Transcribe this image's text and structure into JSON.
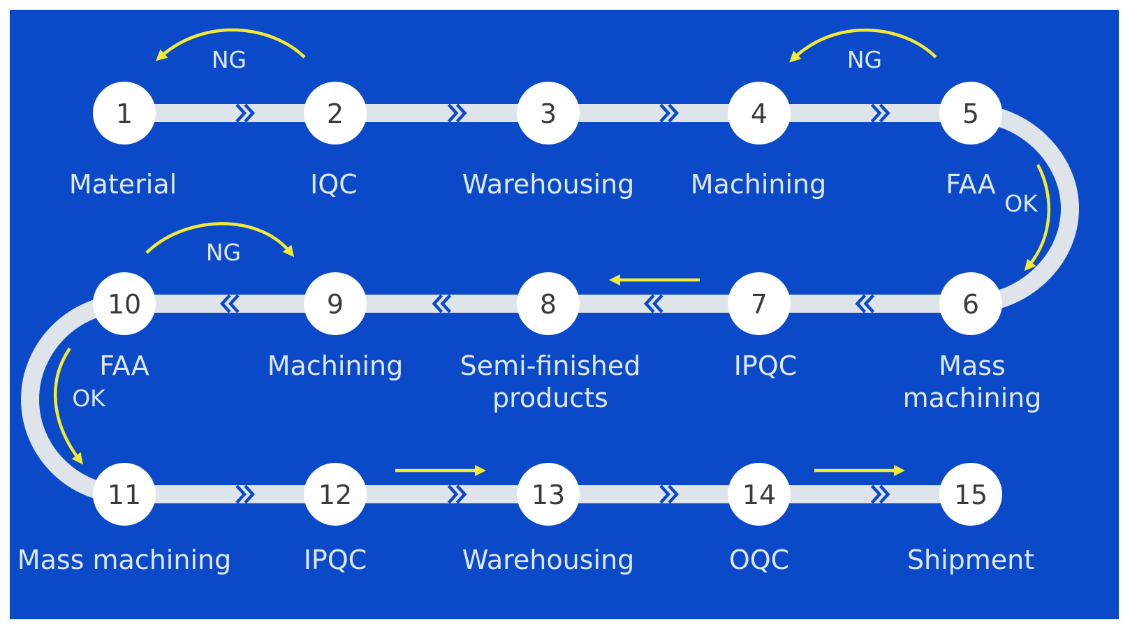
{
  "colors": {
    "background": "#0a49c8",
    "track": "#dfe3ea",
    "node_fill": "#ffffff",
    "node_text": "#3a3a3a",
    "label_text": "#dfe8f7",
    "highlight_arrow": "#f2ea35"
  },
  "steps": [
    {
      "number": "1",
      "label": "Material"
    },
    {
      "number": "2",
      "label": "IQC"
    },
    {
      "number": "3",
      "label": "Warehousing"
    },
    {
      "number": "4",
      "label": "Machining"
    },
    {
      "number": "5",
      "label": "FAA"
    },
    {
      "number": "6",
      "label": "Mass machining"
    },
    {
      "number": "7",
      "label": "IPQC"
    },
    {
      "number": "8",
      "label": "Semi-finished\nproducts"
    },
    {
      "number": "9",
      "label": "Machining"
    },
    {
      "number": "10",
      "label": "FAA"
    },
    {
      "number": "11",
      "label": "Mass machining"
    },
    {
      "number": "12",
      "label": "IPQC"
    },
    {
      "number": "13",
      "label": "Warehousing"
    },
    {
      "number": "14",
      "label": "OQC"
    },
    {
      "number": "15",
      "label": "Shipment"
    }
  ],
  "feedback": [
    {
      "text": "NG",
      "from_step": "2",
      "to_step": "1"
    },
    {
      "text": "NG",
      "from_step": "5",
      "to_step": "4"
    },
    {
      "text": "OK",
      "from_step": "5",
      "to_step": "6"
    },
    {
      "text": "NG",
      "from_step": "10",
      "to_step": "9"
    },
    {
      "text": "OK",
      "from_step": "10",
      "to_step": "11"
    }
  ]
}
